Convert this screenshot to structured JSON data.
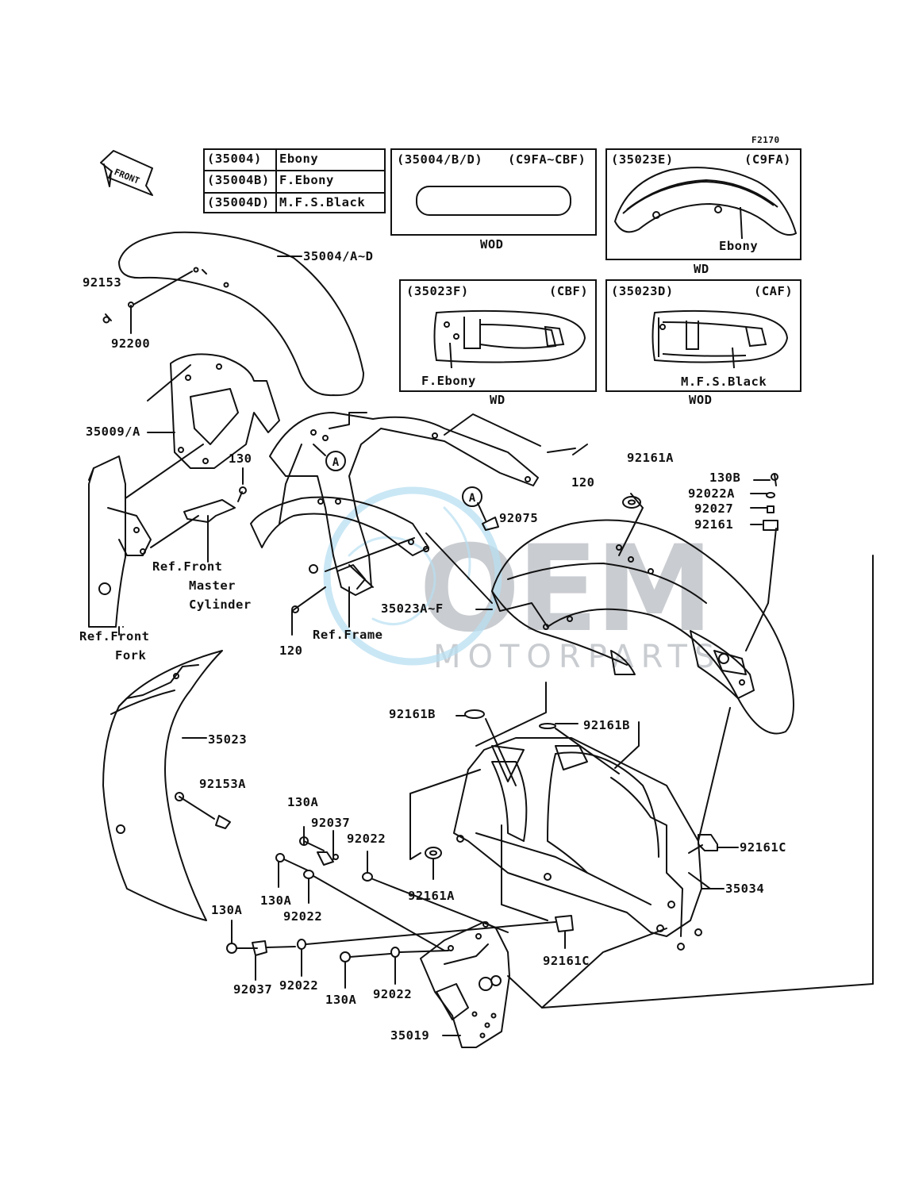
{
  "figure_code": "F2170",
  "front_arrow": "FRONT",
  "color_table": [
    {
      "code": "(35004)",
      "color": "Ebony"
    },
    {
      "code": "(35004B)",
      "color": "F.Ebony"
    },
    {
      "code": "(35004D)",
      "color": "M.F.S.Black"
    }
  ],
  "inset_boxes": [
    {
      "code": "(35004/B/D)",
      "variant": "(C9FA~CBF)",
      "caption": "WOD",
      "inner_label": ""
    },
    {
      "code": "(35023E)",
      "variant": "(C9FA)",
      "caption": "WD",
      "inner_label": "Ebony"
    },
    {
      "code": "(35023F)",
      "variant": "(CBF)",
      "caption": "WD",
      "inner_label": "F.Ebony"
    },
    {
      "code": "(35023D)",
      "variant": "(CAF)",
      "caption": "WOD",
      "inner_label": "M.F.S.Black"
    }
  ],
  "ref_marker": "A",
  "parts": {
    "p35004": "35004/A~D",
    "p92153": "92153",
    "p92200": "92200",
    "p35009": "35009/A",
    "p130": "130",
    "p120_top": "120",
    "p120_bottom": "120",
    "p92161A_top": "92161A",
    "p130B": "130B",
    "p92022A": "92022A",
    "p92027": "92027",
    "p92161": "92161",
    "p92075": "92075",
    "p35023AF": "35023A~F",
    "p92161B_left": "92161B",
    "p92161B_right": "92161B",
    "p35023": "35023",
    "p92153A": "92153A",
    "p130A_1": "130A",
    "p92037_1": "92037",
    "p92022_1": "92022",
    "p130A_2": "130A",
    "p92022_2": "92022",
    "p92161A_bottom": "92161A",
    "p92161C_right": "92161C",
    "p35034": "35034",
    "p130A_3": "130A",
    "p92037_2": "92037",
    "p92022_3": "92022",
    "p130A_4": "130A",
    "p92022_4": "92022",
    "p92161C_bottom": "92161C",
    "p35019": "35019"
  },
  "refs": {
    "front_master_cylinder": [
      "Ref.Front",
      "Master",
      "Cylinder"
    ],
    "front_fork": [
      "Ref.Front",
      "Fork"
    ],
    "frame": "Ref.Frame"
  },
  "watermark": {
    "main": "OEM",
    "sub": "MOTORPARTS"
  }
}
